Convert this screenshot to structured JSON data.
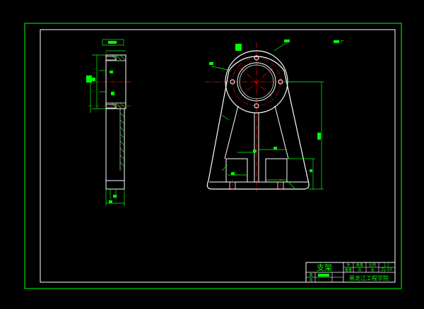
{
  "title_block": {
    "part_name": "支架",
    "school": "黑龙江工程学院",
    "drawing_number": "ZJ-10",
    "ratio": "1:1",
    "cells": [
      "件",
      "数量",
      "比例",
      "重量",
      "共",
      "张",
      "第",
      "张"
    ]
  },
  "colors": {
    "background": "#000000",
    "outline": "#ffffff",
    "dimension": "#00ff00",
    "centerline": "#ff0000",
    "hatch": "#00ff00"
  }
}
